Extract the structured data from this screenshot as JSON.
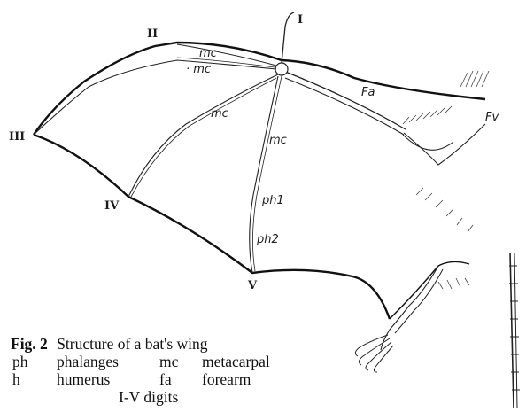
{
  "labels": {
    "digit_1": "I",
    "digit_2": "II",
    "digit_3": "III",
    "digit_4": "IV",
    "digit_5": "V",
    "mc_upper": "mc",
    "mc_lower": "· mc",
    "mc_digit4": "mc",
    "mc_digit5": "mc",
    "fa": "Fa",
    "fv": "Fv",
    "ph1": "ph1",
    "ph2": "ph2"
  },
  "caption": {
    "fig_num": "Fig. 2",
    "title": "Structure of a bat's wing",
    "row1_abbr1": "ph",
    "row1_def1": "phalanges",
    "row1_abbr2": "mc",
    "row1_def2": "metacarpal",
    "row2_abbr1": "h",
    "row2_def1": "humerus",
    "row2_abbr2": "fa",
    "row2_def2": "forearm",
    "row3": "I-V digits"
  }
}
